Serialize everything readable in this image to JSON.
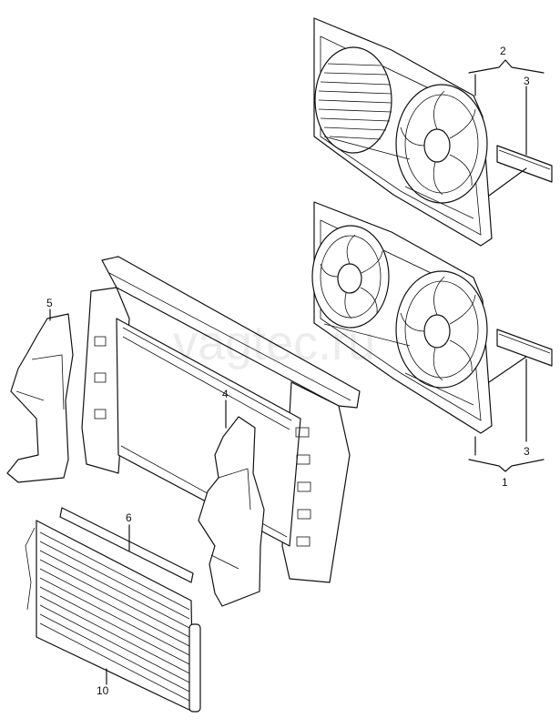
{
  "watermark": "vagtec.ru",
  "callouts": {
    "c1": "1",
    "c2": "2",
    "c3a": "3",
    "c3b": "3",
    "c4": "4",
    "c5": "5",
    "c6": "6",
    "c10": "10"
  }
}
